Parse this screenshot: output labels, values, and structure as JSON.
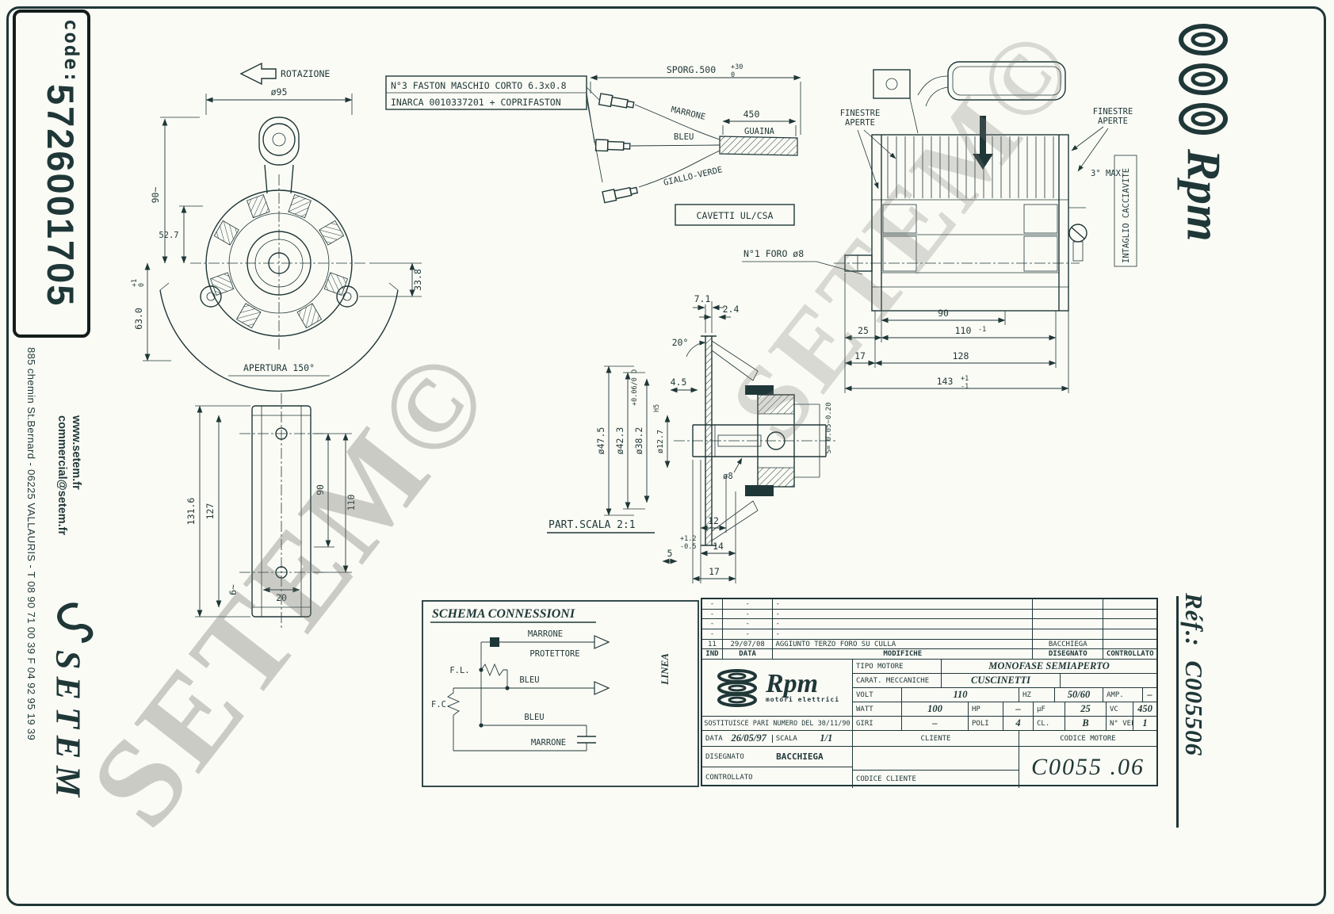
{
  "colors": {
    "ink": "#1f3737",
    "paper": "#fbfbf6"
  },
  "left": {
    "code_label": "code:",
    "code_value": "5726001705",
    "address": "885 chemin St.Bernard  -  06225 VALLAURIS  -  T 08 90 71 00 39   F 04 92 95 19 39",
    "website": "www.setem.fr",
    "email": "commercial@setem.fr",
    "brand": "SETEM"
  },
  "right": {
    "brand": "Rpm",
    "ref_label": "Réf.:",
    "ref_value": "C005506"
  },
  "watermark": "SETEM©",
  "front": {
    "rotazione": "ROTAZIONE",
    "dia95": "ø95",
    "d527": "52.7",
    "d90": "90~",
    "d63": "63.0",
    "d63tu": "+1",
    "d63td": "0",
    "d338": "33.8",
    "apertura": "APERTURA 150°"
  },
  "faston": {
    "note1": "N°3 FASTON MASCHIO CORTO 6.3x0.8",
    "note2": "INARCA 0010337201  +  COPRIFASTON",
    "sporg": "SPORG.500",
    "sporgtu": "+30",
    "sporgtd": "0",
    "marrone": "MARRONE",
    "bleu": "BLEU",
    "gialloverde": "GIALLO-VERDE",
    "d450": "450",
    "guaina": "GUAINA",
    "cavetti": "CAVETTI UL/CSA"
  },
  "side": {
    "finestre1": "FINESTRE",
    "finestre2": "APERTE",
    "max3": "3° MAX.",
    "intaglio": "INTAGLIO CACCIAVITE",
    "foro": "N°1 FORO  ø8",
    "d90": "90",
    "d110": "110",
    "d110t": "-1",
    "d25": "25",
    "d17": "17",
    "d128": "128",
    "d143": "143",
    "d143tu": "+1",
    "d143td": "-1"
  },
  "section": {
    "d71": "7.1",
    "d24": "2.4",
    "a20": "20°",
    "d45": "4.5",
    "dia475": "ø47.5",
    "dia423": "ø42.3",
    "dia382": "ø38.2",
    "dia382t": "+0.06/0  D",
    "dia127": "ø12.7",
    "dia127t": "H5",
    "dia8": "ø8",
    "s_range": "S= 0.05~0.20",
    "d12": "12",
    "d14": "14",
    "d17": "17",
    "d5": "5",
    "tolu": "+1.2",
    "told": "-0.5",
    "part_scala": "PART.SCALA 2:1"
  },
  "bracket": {
    "d1316": "131.6",
    "d127": "127",
    "d110": "110",
    "d90": "90",
    "d20": "20",
    "d6": "6~"
  },
  "schema": {
    "title": "SCHEMA CONNESSIONI",
    "marrone1": "MARRONE",
    "protettore": "PROTETTORE",
    "bleu1": "BLEU",
    "bleu2": "BLEU",
    "marrone2": "MARRONE",
    "fl": "F.L.",
    "fc": "F.C.",
    "linea": "LINEA"
  },
  "tb": {
    "rev": [
      {
        "ind": "-",
        "date": "-",
        "mod": "-",
        "dis": ""
      },
      {
        "ind": "-",
        "date": "-",
        "mod": "-",
        "dis": ""
      },
      {
        "ind": "-",
        "date": "-",
        "mod": "-",
        "dis": ""
      },
      {
        "ind": "-",
        "date": "-",
        "mod": "-",
        "dis": ""
      },
      {
        "ind": "11",
        "date": "29/07/08",
        "mod": "AGGIUNTO TERZO FORO SU CULLA",
        "dis": "BACCHIEGA"
      }
    ],
    "h_ind": "IND",
    "h_data": "DATA",
    "h_mod": "MODIFICHE",
    "h_dis": "DISEGNATO",
    "h_con": "CONTROLLATO",
    "brand": "Rpm",
    "brand_sub": "motori elettrici",
    "tipo_l": "TIPO MOTORE",
    "tipo_v": "MONOFASE SEMIAPERTO",
    "carat_l": "CARAT. MECCANICHE",
    "carat_v": "CUSCINETTI",
    "volt_l": "VOLT",
    "volt_v": "110",
    "hz_l": "HZ",
    "hz_v": "50/60",
    "amp_l": "AMP.",
    "amp_v": "–",
    "watt_l": "WATT",
    "watt_v": "100",
    "hp_l": "HP",
    "hp_v": "–",
    "uf_l": "µF",
    "uf_v": "25",
    "vc_l": "VC",
    "vc_v": "450",
    "giri_l": "GIRI",
    "giri_v": "–",
    "poli_l": "POLI",
    "poli_v": "4",
    "cl_l": "CL.",
    "cl_v": "B",
    "nvel_l": "N° VEL.",
    "nvel_v": "1",
    "sostituisce": "SOSTITUISCE PARI NUMERO DEL 30/11/90",
    "data_l": "DATA",
    "data_v": "26/05/97",
    "scala_l": "SCALA",
    "scala_v": "1/1",
    "cliente_l": "CLIENTE",
    "cod_mot_l": "CODICE MOTORE",
    "cod_mot_v": "C0055 .06",
    "dis_l": "DISEGNATO",
    "dis_v": "BACCHIEGA",
    "con_l": "CONTROLLATO",
    "cod_cli_l": "CODICE CLIENTE"
  }
}
